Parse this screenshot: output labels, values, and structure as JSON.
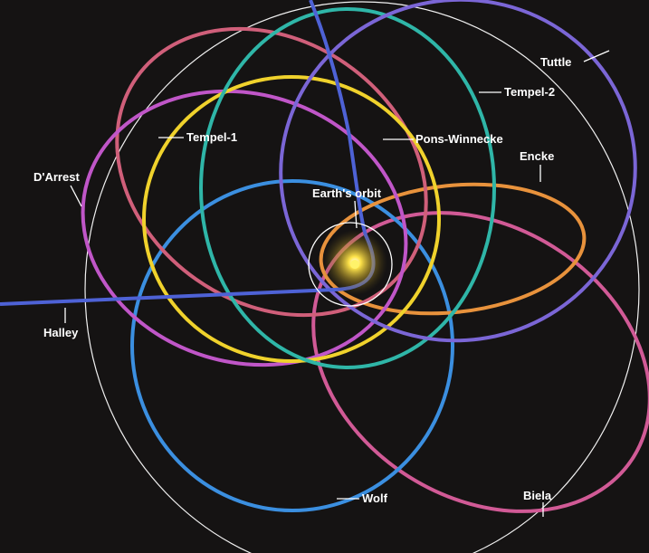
{
  "diagram": {
    "background": "#151313",
    "sun_color": "#ffe44a",
    "earth_orbit_color": "#ffffff",
    "outer_ring_color": "#f2f2f2",
    "orbits": [
      {
        "id": "tuttle",
        "label": "Tuttle",
        "color": "#7b66d6"
      },
      {
        "id": "tempel-2",
        "label": "Tempel-2",
        "color": "#2fb6a8"
      },
      {
        "id": "pons-winnecke",
        "label": "Pons-Winnecke",
        "color": "#d05f7a"
      },
      {
        "id": "encke",
        "label": "Encke",
        "color": "#e8923c"
      },
      {
        "id": "earths-orbit",
        "label": "Earth's orbit",
        "color": "#ffffff"
      },
      {
        "id": "tempel-1",
        "label": "Tempel-1",
        "color": "#f0d22c"
      },
      {
        "id": "d-arrest",
        "label": "D'Arrest",
        "color": "#c056c8"
      },
      {
        "id": "halley",
        "label": "Halley",
        "color": "#4e62d6"
      },
      {
        "id": "wolf",
        "label": "Wolf",
        "color": "#3b8fe0"
      },
      {
        "id": "biela",
        "label": "Biela",
        "color": "#d15a96"
      }
    ]
  }
}
